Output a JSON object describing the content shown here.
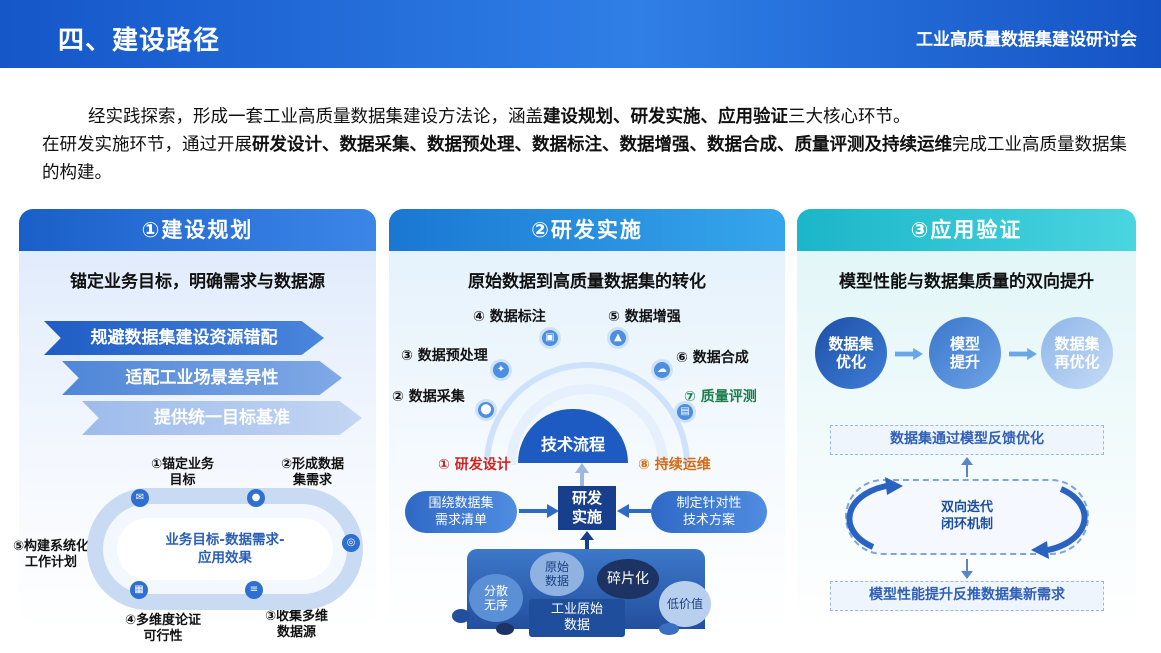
{
  "header": {
    "title": "四、建设路径",
    "brand": "工业高质量数据集建设研讨会"
  },
  "intro": {
    "p1_a": "经实践探索，形成一套工业高质量数据集建设方法论，涵盖",
    "p1_b": "建设规划、研发实施、应用验证",
    "p1_c": "三大核心环节。",
    "p2_a": "在研发实施环节，通过开展",
    "p2_b": "研发设计、数据采集、数据预处理、数据标注、数据增强、数据合成、质量评测及持续运维",
    "p2_c": "完成工业高质量数据集的构建。"
  },
  "panel1": {
    "title": "①建设规划",
    "subtitle": "锚定业务目标，明确需求与数据源",
    "chevrons": [
      "规避数据集建设资源错配",
      "适配工业场景差异性",
      "提供统一目标基准"
    ],
    "loop_center_1": "业务目标-数据需求-",
    "loop_center_2": "应用效果",
    "steps": {
      "s1a": "①锚定业务",
      "s1b": "目标",
      "s2a": "②形成数据",
      "s2b": "集需求",
      "s3a": "③收集多维",
      "s3b": "数据源",
      "s4a": "④多维度论证",
      "s4b": "可行性",
      "s5a": "⑤构建系统化",
      "s5b": "工作计划"
    }
  },
  "panel2": {
    "title": "②研发实施",
    "subtitle": "原始数据到高质量数据集的转化",
    "core": "技术流程",
    "steps": {
      "s1": "① 研发设计",
      "s2": "② 数据采集",
      "s3": "③ 数据预处理",
      "s4": "④ 数据标注",
      "s5": "⑤ 数据增强",
      "s6": "⑥ 数据合成",
      "s7": "⑦ 质量评测",
      "s8": "⑧ 持续运维"
    },
    "left_pill_1": "围绕数据集",
    "left_pill_2": "需求清单",
    "right_pill_1": "制定针对性",
    "right_pill_2": "技术方案",
    "dev_1": "研发",
    "dev_2": "实施",
    "base": {
      "scattered_1": "分散",
      "scattered_2": "无序",
      "raw_1": "原始",
      "raw_2": "数据",
      "fragmented": "碎片化",
      "lowvalue": "低价值",
      "industrial_1": "工业原始",
      "industrial_2": "数据"
    }
  },
  "panel3": {
    "title": "③应用验证",
    "subtitle": "模型性能与数据集质量的双向提升",
    "c1_1": "数据集",
    "c1_2": "优化",
    "c2_1": "模型",
    "c2_2": "提升",
    "c3_1": "数据集",
    "c3_2": "再优化",
    "top_box": "数据集通过模型反馈优化",
    "loop_1": "双向迭代",
    "loop_2": "闭环机制",
    "bottom_box": "模型性能提升反推数据集新需求"
  },
  "colors": {
    "header_blue": "#1556c9",
    "accent_red": "#d2231d",
    "accent_orange": "#d56a14",
    "accent_green": "#1c7f4a",
    "teal": "#1bb6c9"
  }
}
